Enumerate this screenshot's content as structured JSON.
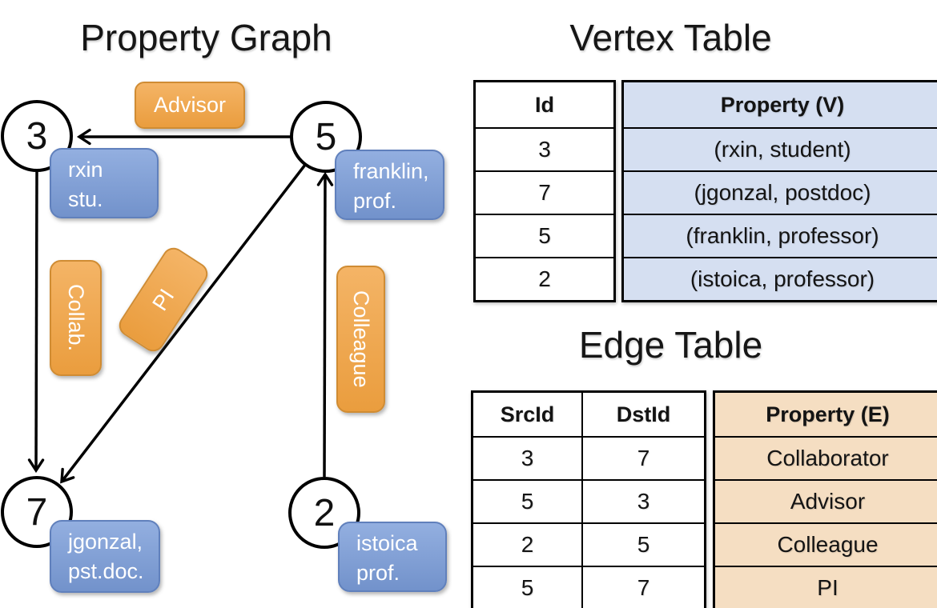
{
  "titles": {
    "graph": "Property Graph",
    "vertex_table": "Vertex Table",
    "edge_table": "Edge Table"
  },
  "graph": {
    "nodes": [
      {
        "id": "3",
        "property_line1": "rxin",
        "property_line2": "stu."
      },
      {
        "id": "5",
        "property_line1": "franklin,",
        "property_line2": "prof."
      },
      {
        "id": "7",
        "property_line1": "jgonzal,",
        "property_line2": "pst.doc."
      },
      {
        "id": "2",
        "property_line1": "istoica",
        "property_line2": "prof."
      }
    ],
    "edge_labels": {
      "advisor": "Advisor",
      "collab": "Collab.",
      "pi": "PI",
      "colleague": "Colleague"
    }
  },
  "vertex_table": {
    "headers": {
      "id": "Id",
      "property": "Property (V)"
    },
    "rows": [
      {
        "id": "3",
        "property": "(rxin, student)"
      },
      {
        "id": "7",
        "property": "(jgonzal, postdoc)"
      },
      {
        "id": "5",
        "property": "(franklin, professor)"
      },
      {
        "id": "2",
        "property": "(istoica, professor)"
      }
    ]
  },
  "edge_table": {
    "headers": {
      "src": "SrcId",
      "dst": "DstId",
      "property": "Property (E)"
    },
    "rows": [
      {
        "src": "3",
        "dst": "7",
        "property": "Collaborator"
      },
      {
        "src": "5",
        "dst": "3",
        "property": "Advisor"
      },
      {
        "src": "2",
        "dst": "5",
        "property": "Colleague"
      },
      {
        "src": "5",
        "dst": "7",
        "property": "PI"
      }
    ]
  },
  "colors": {
    "edge_label_orange": "#EDA24B",
    "vertex_label_blue": "#7FA0D6",
    "vertex_property_cell": "#D5DFF1",
    "edge_property_cell": "#F5DEC2",
    "line_black": "#000000"
  }
}
